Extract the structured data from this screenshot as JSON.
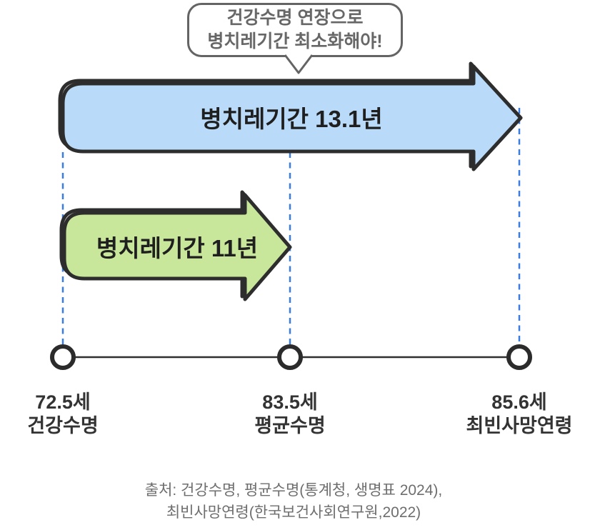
{
  "callout": {
    "line1": "건강수명 연장으로",
    "line2": "병치레기간 최소화해야!"
  },
  "arrows": {
    "total": {
      "label": "병치레기간 13.1년",
      "fill": "#b9dbf9"
    },
    "healthy": {
      "label": "병치레기간 11년",
      "fill": "#c8e79b"
    }
  },
  "timeline": {
    "points": [
      {
        "value": "72.5세",
        "label": "건강수명"
      },
      {
        "value": "83.5세",
        "label": "평균수명"
      },
      {
        "value": "85.6세",
        "label": "최빈사망연령"
      }
    ]
  },
  "source": {
    "line1": "출처: 건강수명, 평균수명(통계청, 생명표 2024),",
    "line2": "최빈사망연령(한국보건사회연구원,2022)"
  },
  "colors": {
    "blue_fill": "#b9dbf9",
    "green_fill": "#c8e79b",
    "outline": "#2d2d2d",
    "dash_blue": "#3a7ce0",
    "callout_gray": "#646464"
  },
  "chart_data": {
    "type": "bar",
    "orientation": "horizontal",
    "title": "건강수명 연장으로 병치레기간 최소화해야!",
    "x_axis": {
      "unit": "세",
      "points": [
        72.5,
        83.5,
        85.6
      ],
      "point_labels": [
        "건강수명",
        "평균수명",
        "최빈사망연령"
      ]
    },
    "series": [
      {
        "name": "병치레기간 13.1년",
        "start": 72.5,
        "end": 85.6,
        "length_years": 13.1,
        "color": "#b9dbf9"
      },
      {
        "name": "병치레기간 11년",
        "start": 72.5,
        "end": 83.5,
        "length_years": 11.0,
        "color": "#c8e79b"
      }
    ],
    "annotations": [
      "건강수명 연장으로 병치레기간 최소화해야!"
    ],
    "source": "출처: 건강수명, 평균수명(통계청, 생명표 2024), 최빈사망연령(한국보건사회연구원,2022)"
  }
}
